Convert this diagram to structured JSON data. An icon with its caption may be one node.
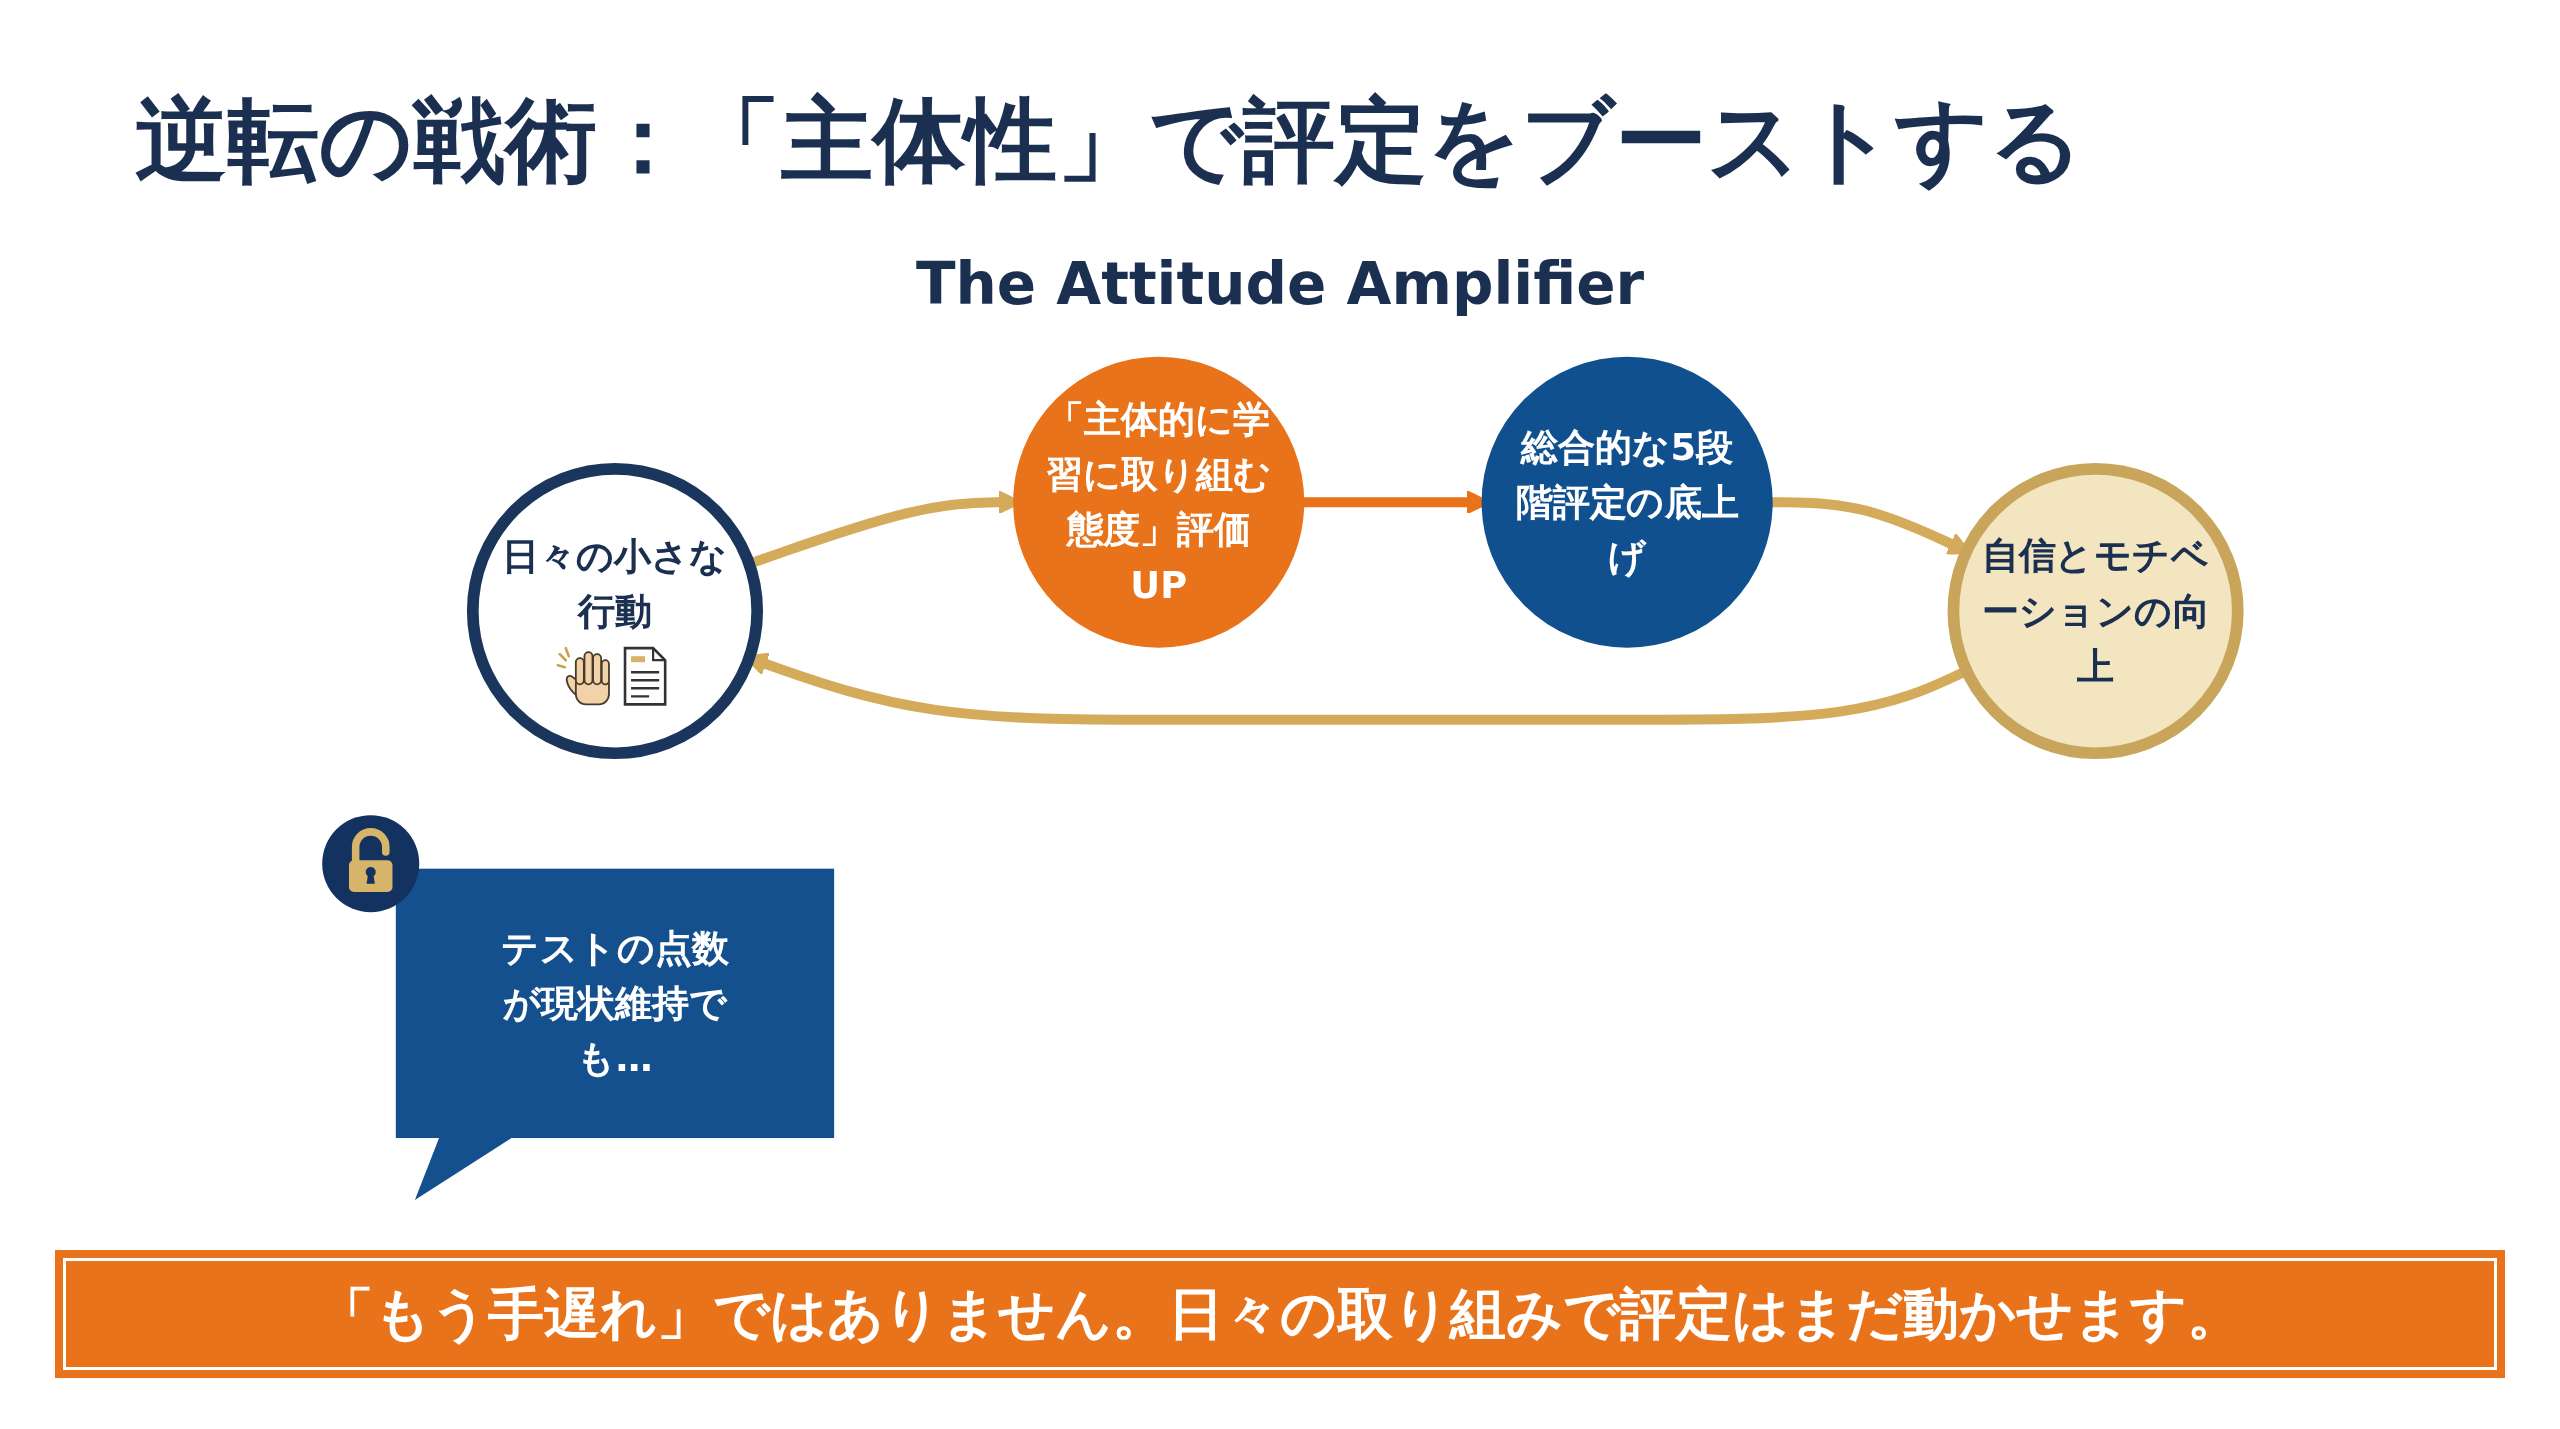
{
  "diagram": {
    "title": "逆転の戦術：「主体性」で評定をブーストする",
    "caption": "「もう手遅れ」ではありません。日々の取り組みで評定はまだ動かせます。",
    "nodes": [
      {
        "text": [
          "日々の小さな行動"
        ]
      },
      {
        "text": [
          "「主体的に学習に取り組む態度」評価UP"
        ]
      },
      {
        "text": [
          "総合的な5段階評定の底上げ"
        ]
      },
      {
        "text": [
          "自信とモチベーションの向上"
        ]
      },
      {
        "text": [
          "テストの点数が現状維持でも…"
        ]
      }
    ],
    "edges": [
      {
        "from": 0,
        "to": 1,
        "arrow": "to"
      },
      {
        "from": 1,
        "to": 2,
        "arrow": "to",
        "color": "#e8731a"
      },
      {
        "from": 2,
        "to": 3,
        "arrow": "to"
      },
      {
        "from": 3,
        "to": 0,
        "arrow": "to"
      }
    ],
    "labels": [
      "The Attitude Amplifier"
    ]
  }
}
